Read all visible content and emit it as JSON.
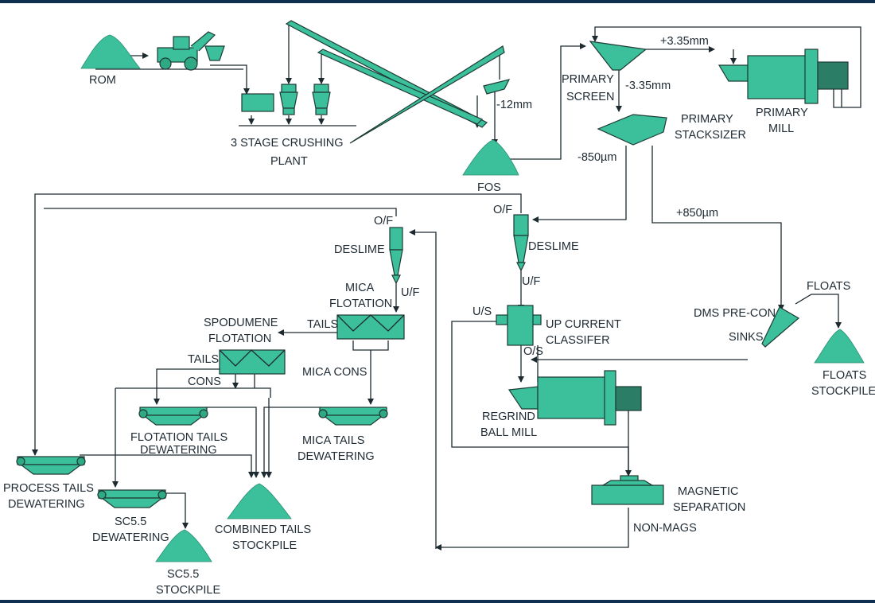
{
  "labels": {
    "rom": "ROM",
    "crushing_1": "3 STAGE CRUSHING",
    "crushing_2": "PLANT",
    "fos": "FOS",
    "minus12": "-12mm",
    "primary_screen_1": "PRIMARY",
    "primary_screen_2": "SCREEN",
    "plus335": "+3.35mm",
    "minus335": "-3.35mm",
    "primary_mill_1": "PRIMARY",
    "primary_mill_2": "MILL",
    "primary_stacksizer_1": "PRIMARY",
    "primary_stacksizer_2": "STACKSIZER",
    "minus850": "-850µm",
    "plus850": "+850µm",
    "of_left": "O/F",
    "of_right": "O/F",
    "deslime_left": "DESLIME",
    "deslime_right": "DESLIME",
    "uf_left": "U/F",
    "uf_right": "U/F",
    "mica_flotation_1": "MICA",
    "mica_flotation_2": "FLOTATION",
    "tails_mica": "TAILS",
    "spodumene_1": "SPODUMENE",
    "spodumene_2": "FLOTATION",
    "tails_spod": "TAILS",
    "cons_spod": "CONS",
    "mica_cons": "MICA CONS",
    "us": "U/S",
    "up_current_1": "UP CURRENT",
    "up_current_2": "CLASSIFER",
    "os": "O/S",
    "dms_precon": "DMS PRE-CON",
    "floats": "FLOATS",
    "sinks": "SINKS",
    "floats_stockpile_1": "FLOATS",
    "floats_stockpile_2": "STOCKPILE",
    "flot_tails_1": "FLOTATION TAILS",
    "flot_tails_2": "DEWATERING",
    "mica_tails_1": "MICA TAILS",
    "mica_tails_2": "DEWATERING",
    "regrind_1": "REGRIND",
    "regrind_2": "BALL MILL",
    "process_tails_1": "PROCESS TAILS",
    "process_tails_2": "DEWATERING",
    "sc55_dew_1": "SC5.5",
    "sc55_dew_2": "DEWATERING",
    "combined_1": "COMBINED TAILS",
    "combined_2": "STOCKPILE",
    "magnetic_1": "MAGNETIC",
    "magnetic_2": "SEPARATION",
    "nonmags": "NON-MAGS",
    "sc55_stock_1": "SC5.5",
    "sc55_stock_2": "STOCKPILE"
  },
  "colors": {
    "equipment": "#3cbf9b",
    "outline": "#1d3a34",
    "frame": "#0e2f4f",
    "lines": "#1d2a30"
  }
}
